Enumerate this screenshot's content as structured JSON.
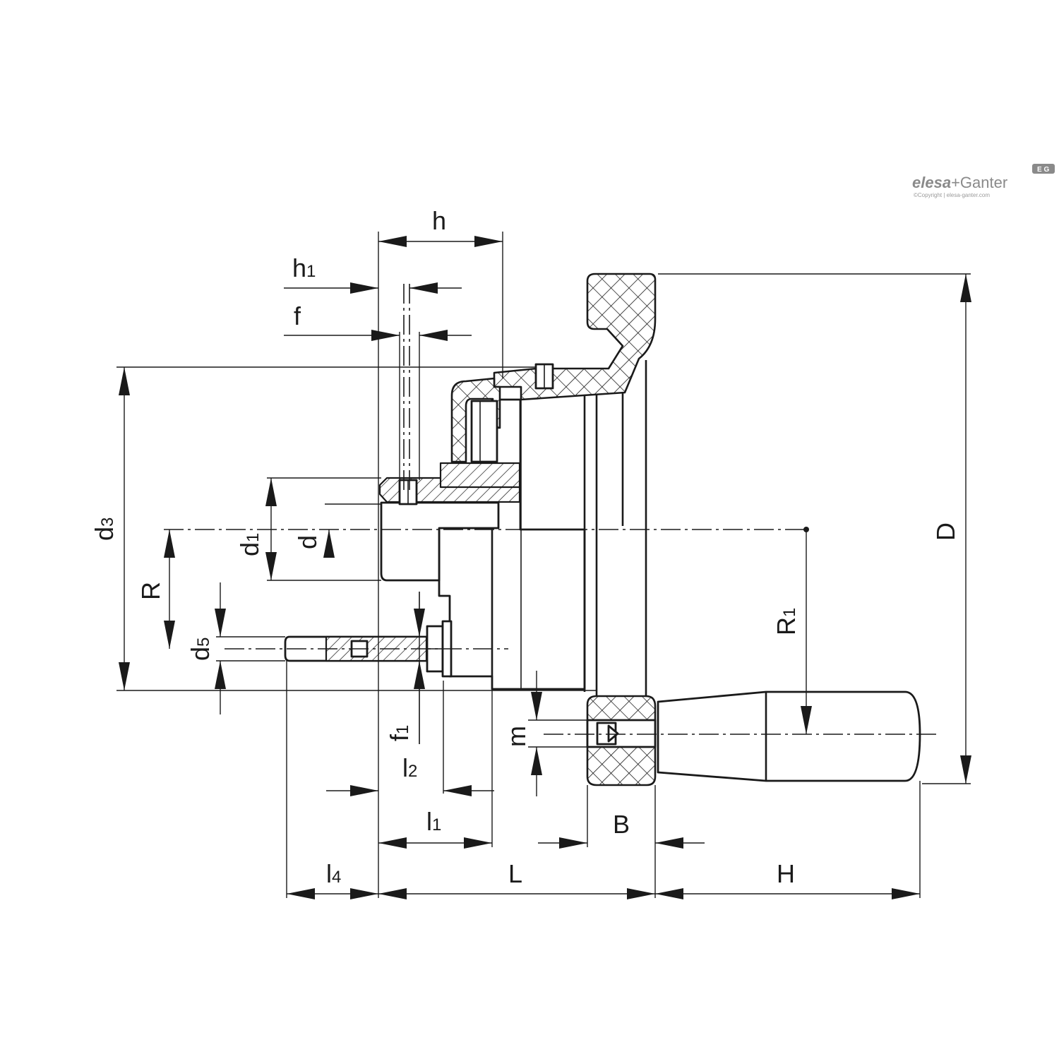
{
  "brand": {
    "name_left": "elesa",
    "plus": "+",
    "name_right": "Ganter",
    "copyright": "©Copyright | elesa-ganter.com",
    "badge": "E G"
  },
  "dimensions": {
    "h": "h",
    "h1": {
      "main": "h",
      "sub": "1"
    },
    "f": "f",
    "d3": {
      "main": "d",
      "sub": "3"
    },
    "R": "R",
    "d1": {
      "main": "d",
      "sub": "1"
    },
    "d": "d",
    "d5": {
      "main": "d",
      "sub": "5"
    },
    "f1": {
      "main": "f",
      "sub": "1"
    },
    "l2": {
      "main": "l",
      "sub": "2"
    },
    "l1": {
      "main": "l",
      "sub": "1"
    },
    "m": "m",
    "B": "B",
    "l4": {
      "main": "l",
      "sub": "4"
    },
    "L": "L",
    "H": "H",
    "R1": {
      "main": "R",
      "sub": "1"
    },
    "D": "D"
  }
}
